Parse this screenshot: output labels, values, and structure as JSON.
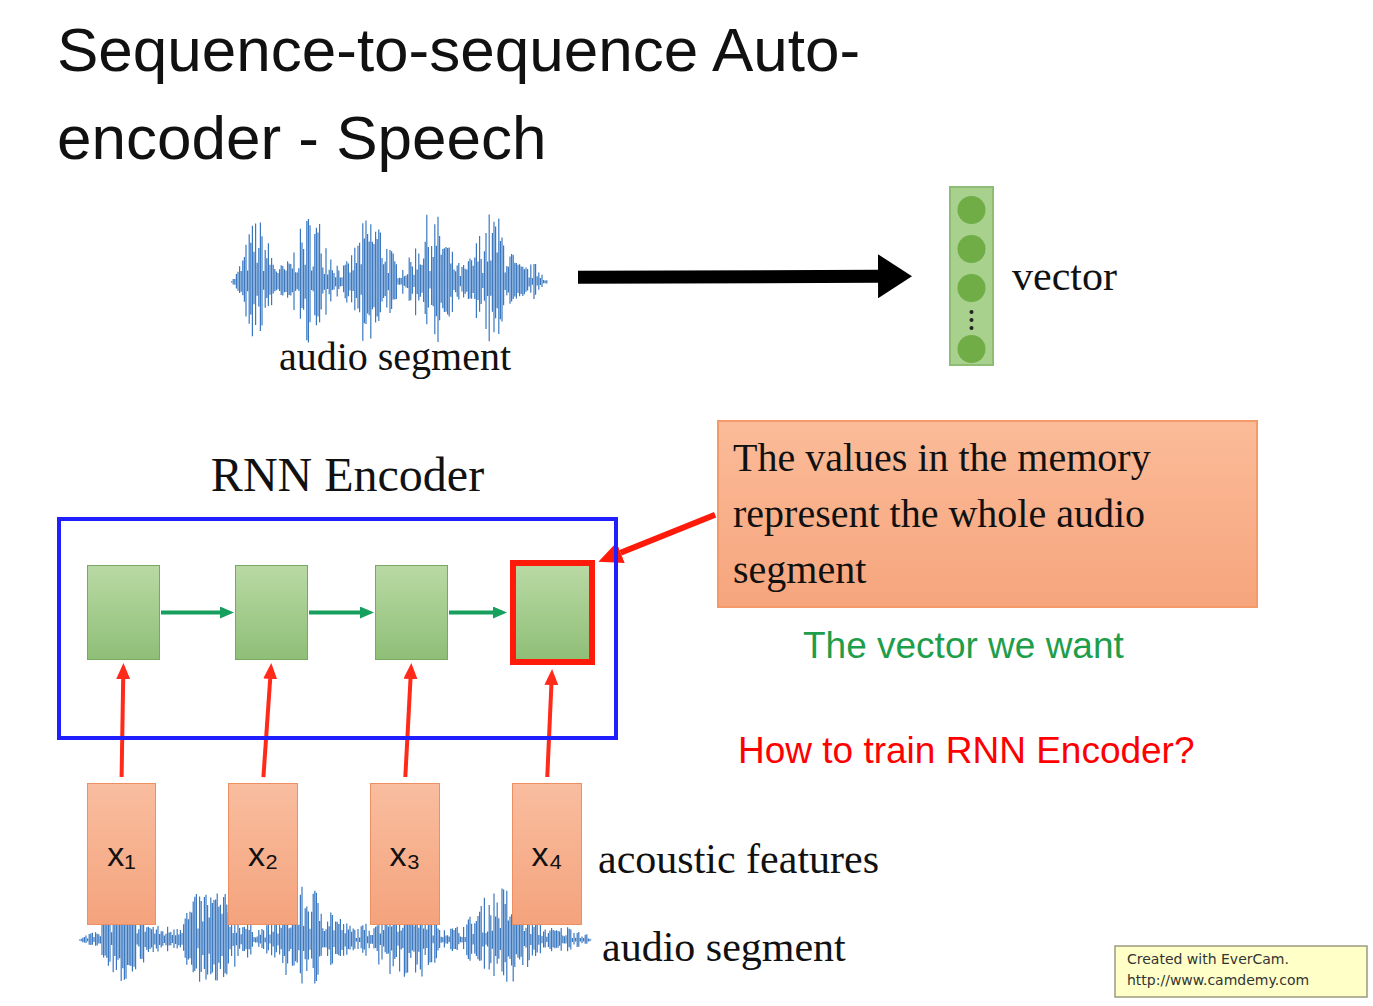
{
  "diagram": {
    "title": "Sequence-to-sequence Auto-encoder - Speech",
    "nodes": [
      {
        "text": [
          "audio segment"
        ]
      },
      {
        "text": [
          "vector"
        ]
      },
      {
        "text": [
          "RNN Encoder"
        ]
      },
      {
        "text": [],
        "in": 2
      },
      {
        "text": [],
        "in": 2
      },
      {
        "text": [],
        "in": 2
      },
      {
        "text": [],
        "in": 2
      },
      {
        "text": [
          "The values in the memory represent the whole audio segment"
        ]
      },
      {
        "text": [
          "x₁"
        ]
      },
      {
        "text": [
          "x₂"
        ]
      },
      {
        "text": [
          "x₃"
        ]
      },
      {
        "text": [
          "x₄"
        ]
      }
    ],
    "edges": [
      {
        "from": 0,
        "to": 1,
        "arrow": "to"
      },
      {
        "from": 3,
        "to": 4,
        "arrow": "to"
      },
      {
        "from": 4,
        "to": 5,
        "arrow": "to"
      },
      {
        "from": 5,
        "to": 6,
        "arrow": "to"
      },
      {
        "from": 8,
        "to": 3,
        "arrow": "to"
      },
      {
        "from": 9,
        "to": 4,
        "arrow": "to"
      },
      {
        "from": 10,
        "to": 5,
        "arrow": "to"
      },
      {
        "from": 11,
        "to": 6,
        "arrow": "to"
      },
      {
        "from": 7,
        "to": 6,
        "arrow": "to"
      }
    ],
    "labels": [
      "The vector we want",
      "How to train RNN Encoder?",
      "acoustic features",
      "audio segment",
      "Created with EverCam.",
      "http://www.camdemy.com"
    ]
  }
}
